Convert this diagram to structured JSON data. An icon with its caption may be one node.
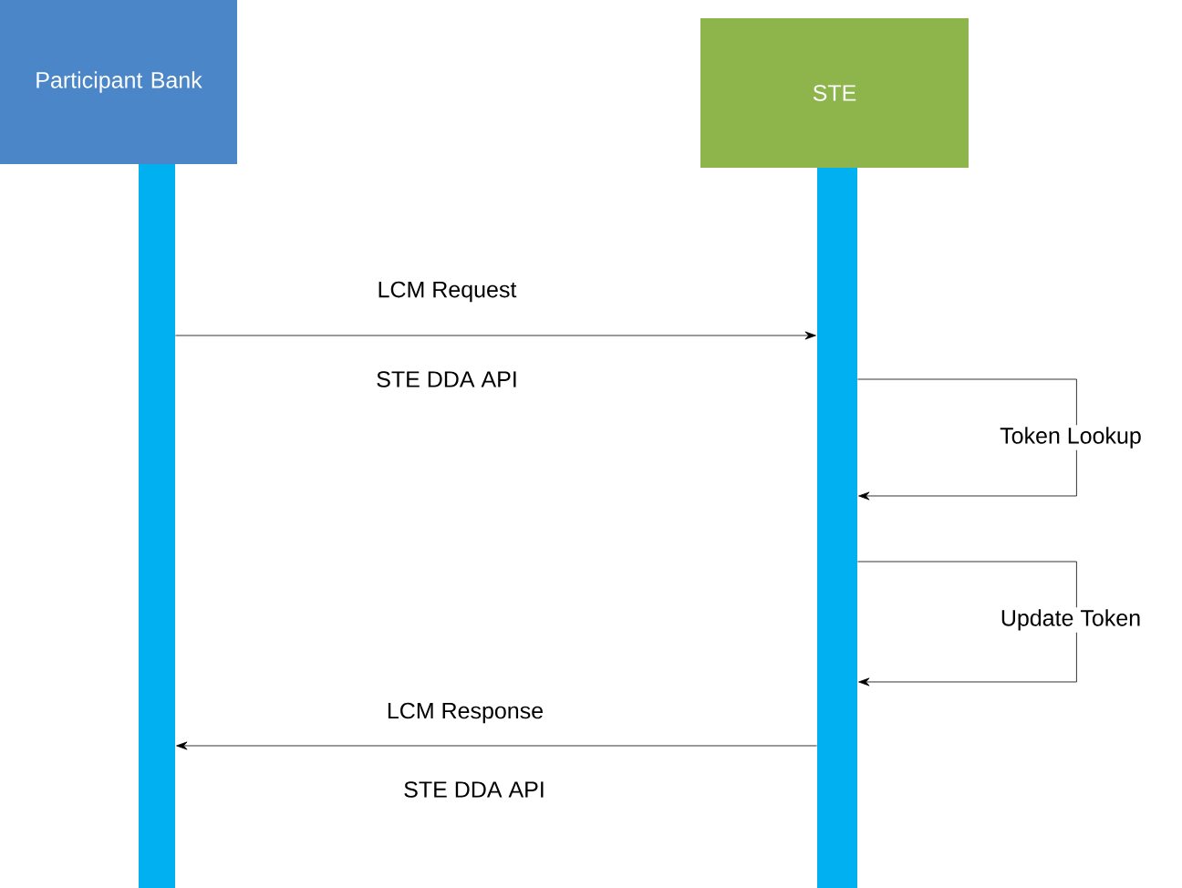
{
  "diagram": {
    "nodes": [
      {
        "text": [
          "Participant Bank"
        ]
      },
      {
        "text": [
          "STE"
        ]
      },
      {
        "text": [],
        "shape": "bar"
      },
      {
        "text": [],
        "shape": "bar"
      }
    ],
    "edges": [
      {
        "from": 2,
        "to": 3,
        "arrow": "to",
        "label": "LCM Request"
      },
      {
        "from": 3,
        "to": 3,
        "arrow": "to",
        "label": "Token Lookup"
      },
      {
        "from": 3,
        "to": 3,
        "arrow": "to",
        "label": "Update Token"
      },
      {
        "from": 3,
        "to": 2,
        "arrow": "to",
        "label": "LCM Response"
      }
    ],
    "labels": [
      "STE DDA API",
      "STE DDA API"
    ]
  }
}
